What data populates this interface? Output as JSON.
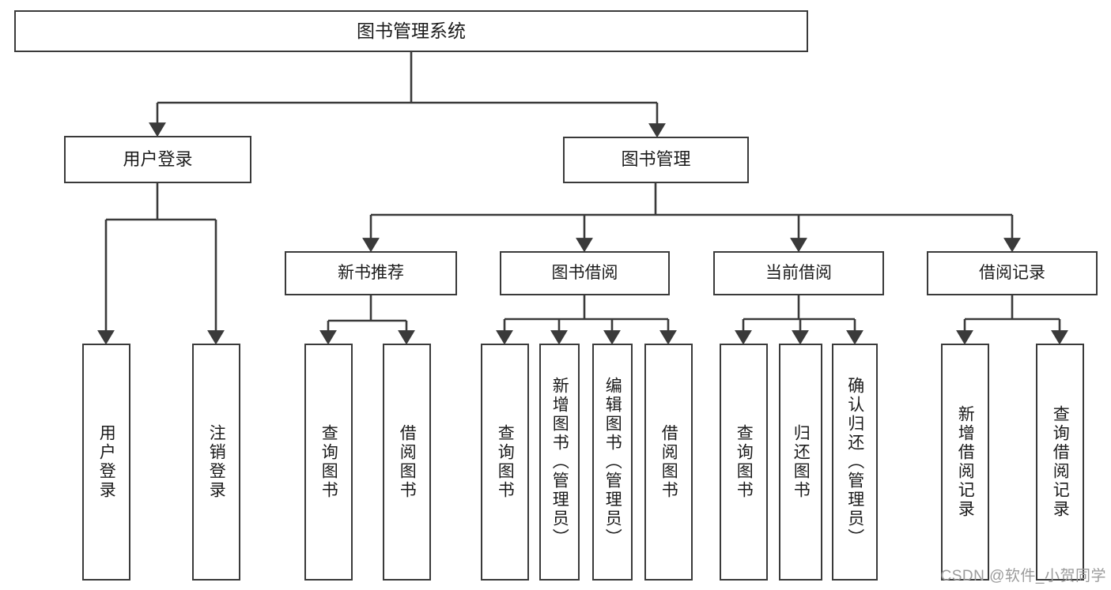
{
  "diagram": {
    "title": "图书管理系统",
    "type": "tree-hierarchy",
    "root": {
      "id": "root",
      "label": "图书管理系统"
    },
    "level1": [
      {
        "id": "user-login",
        "label": "用户登录"
      },
      {
        "id": "book-manage",
        "label": "图书管理"
      }
    ],
    "level2": [
      {
        "id": "new-book-rec",
        "label": "新书推荐",
        "parent": "book-manage"
      },
      {
        "id": "book-borrow",
        "label": "图书借阅",
        "parent": "book-manage"
      },
      {
        "id": "current-borrow",
        "label": "当前借阅",
        "parent": "book-manage"
      },
      {
        "id": "borrow-record",
        "label": "借阅记录",
        "parent": "book-manage"
      }
    ],
    "leaves": [
      {
        "id": "leaf-user-login",
        "label": "用户登录",
        "parent": "user-login"
      },
      {
        "id": "leaf-logout",
        "label": "注销登录",
        "parent": "user-login"
      },
      {
        "id": "leaf-query-book-1",
        "label": "查询图书",
        "parent": "new-book-rec"
      },
      {
        "id": "leaf-borrow-book-1",
        "label": "借阅图书",
        "parent": "new-book-rec"
      },
      {
        "id": "leaf-query-book-2",
        "label": "查询图书",
        "parent": "book-borrow"
      },
      {
        "id": "leaf-add-book",
        "label": "新增图书（管理员）",
        "parent": "book-borrow"
      },
      {
        "id": "leaf-edit-book",
        "label": "编辑图书（管理员）",
        "parent": "book-borrow"
      },
      {
        "id": "leaf-borrow-book-2",
        "label": "借阅图书",
        "parent": "book-borrow"
      },
      {
        "id": "leaf-query-book-3",
        "label": "查询图书",
        "parent": "current-borrow"
      },
      {
        "id": "leaf-return-book",
        "label": "归还图书",
        "parent": "current-borrow"
      },
      {
        "id": "leaf-confirm-return",
        "label": "确认归还（管理员）",
        "parent": "current-borrow"
      },
      {
        "id": "leaf-add-record",
        "label": "新增借阅记录",
        "parent": "borrow-record"
      },
      {
        "id": "leaf-query-record",
        "label": "查询借阅记录",
        "parent": "borrow-record"
      }
    ]
  },
  "watermark": {
    "text": "CSDN @软件_小贺同学"
  },
  "colors": {
    "stroke": "#3a3a3a",
    "text": "#1b1b1b",
    "background": "#ffffff",
    "watermark": "#9b9b9b"
  }
}
